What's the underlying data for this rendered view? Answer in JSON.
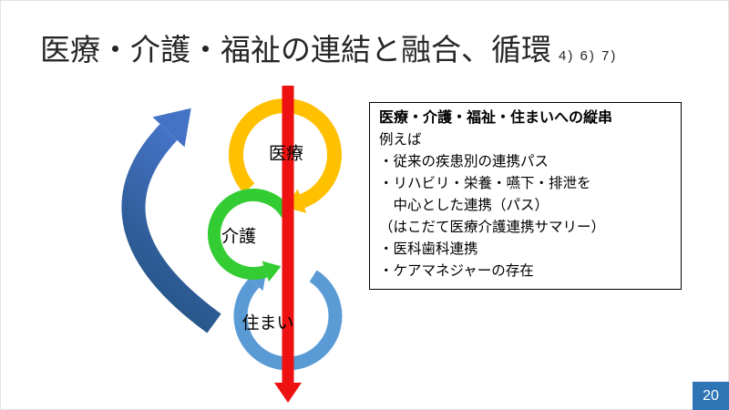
{
  "slide": {
    "title": "医療・介護・福祉の連結と融合、循環",
    "title_refs": "4) 6) 7)",
    "page_number": "20"
  },
  "diagram": {
    "labels": {
      "medical": "医療",
      "care": "介護",
      "housing": "住まい"
    },
    "colors": {
      "medical_ring": "#FFC000",
      "care_ring": "#33CC33",
      "housing_ring": "#5B9BD5",
      "vertical_arrow": "#EE1111",
      "cycle_arrow_dark": "#1F4E79",
      "cycle_arrow_light": "#4472C4",
      "page_badge": "#2E75B6"
    }
  },
  "textbox": {
    "heading": "医療・介護・福祉・住まいへの縦串",
    "lines": [
      "例えば",
      "・従来の疾患別の連携パス",
      "・リハビリ・栄養・嚥下・排泄を",
      "　中心とした連携（パス）",
      "（はこだて医療介護連携サマリー）",
      "・医科歯科連携",
      "・ケアマネジャーの存在"
    ]
  }
}
